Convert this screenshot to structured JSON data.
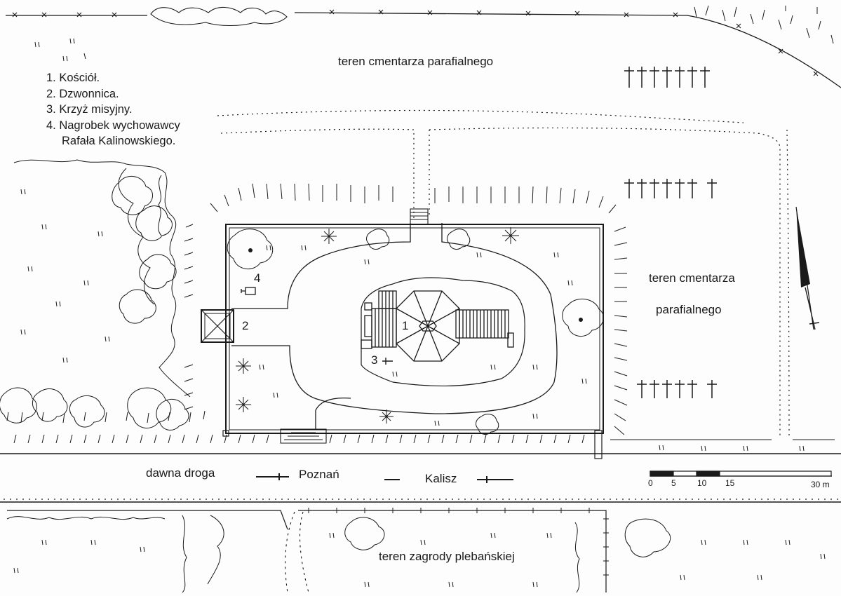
{
  "legend": [
    "1. Kościół.",
    "2. Dzwonnica.",
    "3. Krzyż  misyjny.",
    "4. Nagrobek  wychowawcy",
    "Rafała  Kalinowskiego."
  ],
  "labels": {
    "cemetery_top": "teren  cmentarza  parafialnego",
    "cemetery_right_1": "teren  cmentarza",
    "cemetery_right_2": "parafialnego",
    "old_road": "dawna  droga",
    "poznan": "Poznań",
    "kalisz": "Kalisz",
    "presbytery": "teren  zagrody  plebańskiej"
  },
  "markers": {
    "church": "1",
    "belfry": "2",
    "cross": "3",
    "grave": "4"
  },
  "scale": {
    "ticks": [
      "0",
      "5",
      "10",
      "15"
    ],
    "end": "30 m"
  },
  "colors": {
    "ink": "#1a1a1a",
    "paper": "#fdfdfd"
  }
}
